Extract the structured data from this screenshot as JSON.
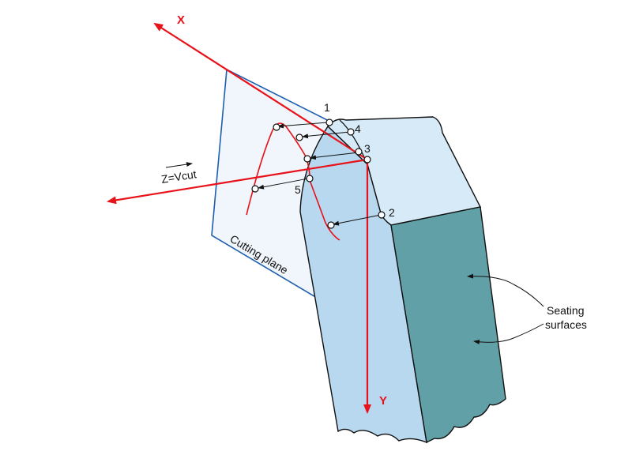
{
  "axes": {
    "x_label": "X",
    "y_label": "Y",
    "z_label": "Z=Vcut"
  },
  "labels": {
    "cutting_plane": "Cutting plane",
    "seating_line1": "Seating",
    "seating_line2": "surfaces"
  },
  "points": [
    "1",
    "2",
    "3",
    "4",
    "5"
  ],
  "colors": {
    "axis_red": "#e8121a",
    "plane_blue": "#1f5fae",
    "insert_light": "#d6ebf7",
    "insert_mid": "#b7d8ef",
    "seating_teal": "#62a0a8",
    "curve_red": "#e8121a"
  }
}
